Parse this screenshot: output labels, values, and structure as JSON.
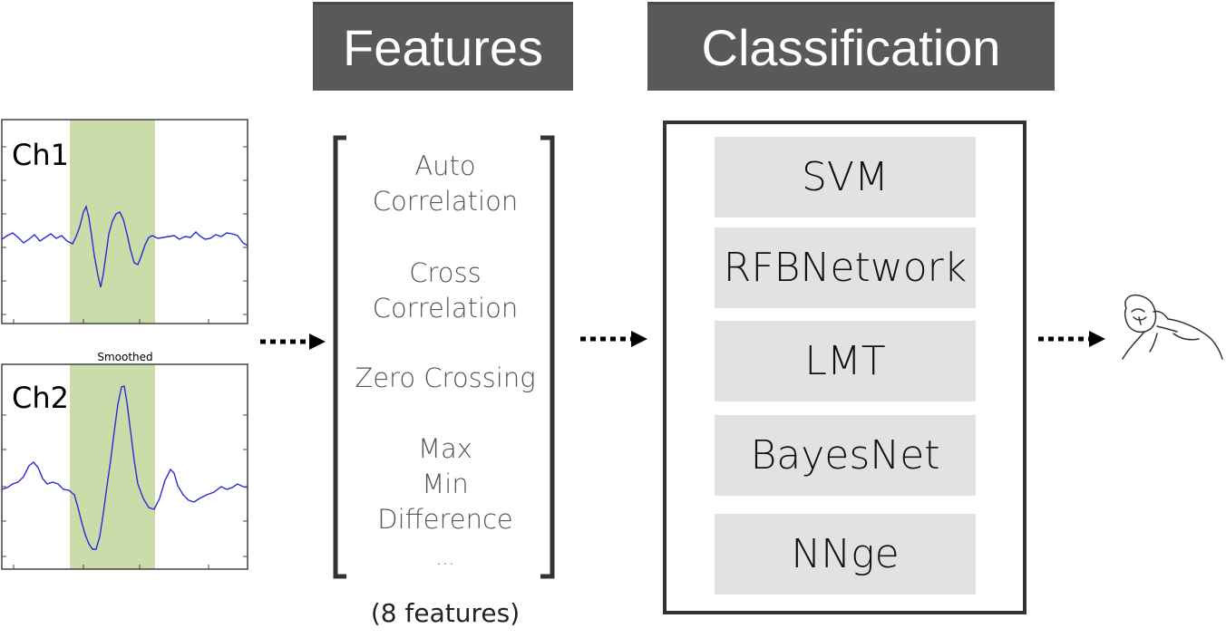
{
  "headers": {
    "features": "Features",
    "classification": "Classification"
  },
  "signals": {
    "ch1_label": "Ch1",
    "ch2_label": "Ch2",
    "ch2_title": "Smoothed",
    "highlight_color": "#c9dcaa",
    "trace_color": "#2b2bd6"
  },
  "features": {
    "items": [
      [
        "Auto",
        "Correlation"
      ],
      [
        "Cross",
        "Correlation"
      ],
      [
        "Zero Crossing"
      ],
      [
        "Max",
        "Min",
        "Difference"
      ]
    ],
    "more": "...",
    "count_label": "(8 features)"
  },
  "classifiers": [
    "SVM",
    "RFBNetwork",
    "LMT",
    "BayesNet",
    "NNge"
  ],
  "icons": {
    "flow_arrow": "dotted-arrow-icon",
    "output": "sleeping-person-icon"
  }
}
